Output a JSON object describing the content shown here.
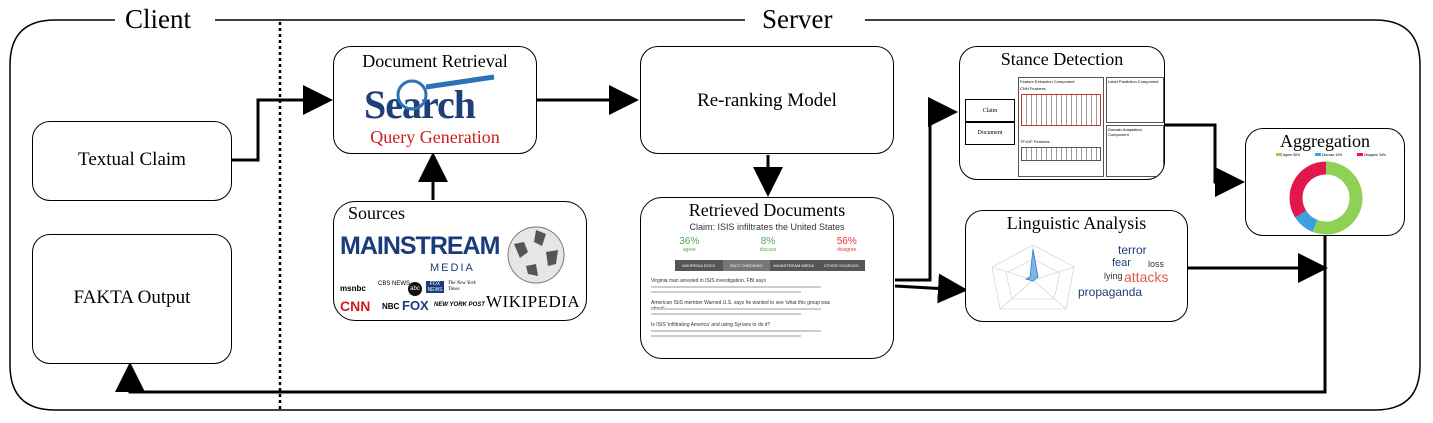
{
  "sections": {
    "client": "Client",
    "server": "Server"
  },
  "boxes": {
    "textual_claim": "Textual Claim",
    "fakta_output": "FAKTA Output",
    "document_retrieval": "Document Retrieval",
    "search_word": "Search",
    "query_generation": "Query Generation",
    "sources": "Sources",
    "reranking": "Re-ranking Model",
    "retrieved_documents": "Retrieved Documents",
    "stance_detection": "Stance Detection",
    "linguistic_analysis": "Linguistic Analysis",
    "aggregation": "Aggregation"
  },
  "sources_logos": {
    "mainstream": "MAINSTREAM",
    "media": "MEDIA",
    "wikipedia": "WIKIPEDIA",
    "msnbc": "msnbc",
    "cbs": "CBS NEWS",
    "abc": "abc",
    "fox_news": "FOX NEWS",
    "nyt": "The New York Times",
    "cnn": "CNN",
    "nbc": "NBC",
    "fox": "FOX",
    "nypost": "NEW YORK POST"
  },
  "retrieved": {
    "claim": "Claim: ISIS infiltrates the United States",
    "stats": [
      {
        "pct": "36%",
        "label": "agree",
        "color": "#4caf50"
      },
      {
        "pct": "8%",
        "label": "discuss",
        "color": "#4caf50"
      },
      {
        "pct": "56%",
        "label": "disagree",
        "color": "#e53935"
      }
    ],
    "tabs": [
      "WIKIPEDIA DOCS",
      "FACT CHECKING",
      "MAINSTREAM MEDIA",
      "OTHER SOURCES"
    ],
    "docs": [
      "Virginia man arrested in ISIS investigation, FBI says",
      "American ISIS member Warned U.S. says he wanted to see 'what this group was about'",
      "Is ISIS 'infiltrating America' and using Syrians to do it?"
    ]
  },
  "stance": {
    "inputs": [
      "Claim",
      "Document"
    ],
    "components": [
      "Feature Extraction Component",
      "CNN Features",
      "TF-IDF Features",
      "Label Prediction Component",
      "Domain Adaptation Component"
    ]
  },
  "wordcloud": [
    "terror",
    "fear",
    "loss",
    "attacks",
    "lying",
    "propaganda"
  ],
  "aggregation": {
    "legend": [
      "Agree 56%",
      "Discuss 10%",
      "Disagree 34%"
    ],
    "slices": [
      {
        "name": "agree",
        "value": 56,
        "color": "#8fd154"
      },
      {
        "name": "discuss",
        "value": 10,
        "color": "#3aa0e0"
      },
      {
        "name": "disagree",
        "value": 34,
        "color": "#e2174a"
      }
    ]
  }
}
